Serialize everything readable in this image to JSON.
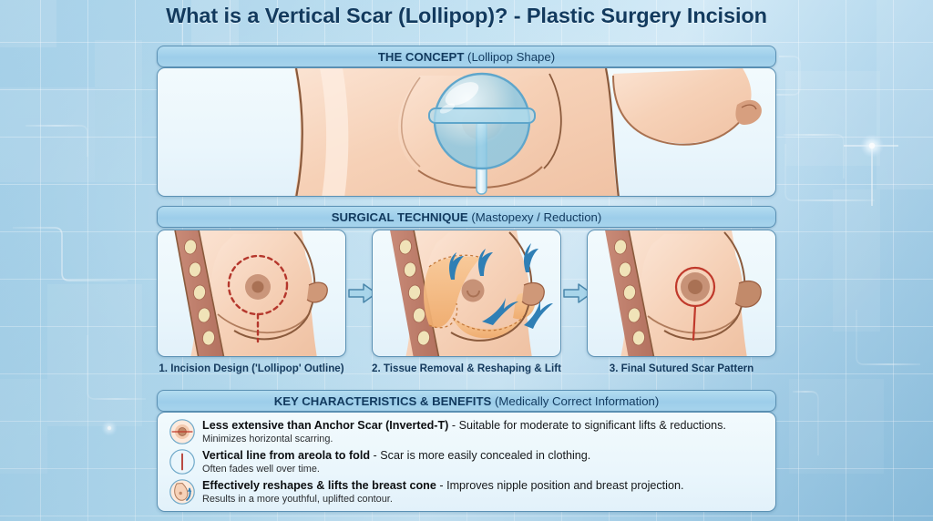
{
  "title": "What is a Vertical Scar (Lollipop)? - Plastic Surgery Incision",
  "sections": {
    "concept": {
      "heading_bold": "THE CONCEPT",
      "heading_normal": " (Lollipop Shape)",
      "illustration": "breast-torso-with-lollipop-overlay"
    },
    "technique": {
      "heading_bold": "SURGICAL TECHNIQUE",
      "heading_normal": " (Mastopexy / Reduction)",
      "steps": [
        {
          "caption": "1. Incision Design ('Lollipop' Outline)",
          "illustration": "breast-with-dashed-incision-outline"
        },
        {
          "caption": "2. Tissue Removal & Reshaping & Lift",
          "illustration": "breast-with-lift-arrows-and-tissue-region"
        },
        {
          "caption": "3. Final Sutured Scar Pattern",
          "illustration": "breast-with-final-sutured-scar"
        }
      ],
      "connector_icon": "right-arrow-icon"
    },
    "key": {
      "heading_bold": "KEY CHARACTERISTICS & BENEFITS",
      "heading_normal": " (Medically Correct Information)",
      "items": [
        {
          "icon": "areola-scar-icon",
          "bold": "Less extensive than Anchor Scar (Inverted-T)",
          "rest": " - Suitable for moderate to significant lifts & reductions.",
          "sub": "Minimizes horizontal scarring."
        },
        {
          "icon": "vertical-line-icon",
          "bold": "Vertical line from areola to fold",
          "rest": " - Scar is more easily concealed in clothing.",
          "sub": "Often fades well over time."
        },
        {
          "icon": "breast-lift-icon",
          "bold": "Effectively reshapes & lifts the breast cone",
          "rest": " - Improves nipple position and breast projection.",
          "sub": "Results in a more youthful, uplifted contour."
        }
      ]
    }
  },
  "colors": {
    "background_blue": "#9ccbe6",
    "panel_border": "#5b91b4",
    "band_fill": "#9ccdea",
    "panel_fill": "#eaf6fc",
    "title_navy": "#123a5e",
    "skin_light": "#fae0cd",
    "skin_mid": "#f5cdb0",
    "skin_outline": "#8a5a3c",
    "scar_red": "#c0392b",
    "arrow_blue": "#2f7fb5",
    "tissue_orange": "#f3b97e"
  }
}
